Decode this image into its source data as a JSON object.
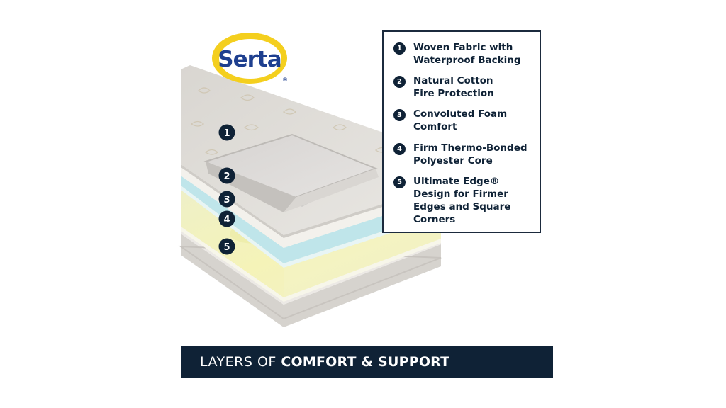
{
  "brand": {
    "logo_text": "Serta",
    "registered_mark": "®",
    "logo_color": "#f4cf1e",
    "text_color": "#1e3f8f"
  },
  "layer_markers": [
    "1",
    "2",
    "3",
    "4",
    "5"
  ],
  "legend": {
    "items": [
      {
        "number": "1",
        "lines": [
          "Woven Fabric with",
          "Waterproof Backing"
        ]
      },
      {
        "number": "2",
        "lines": [
          "Natural Cotton",
          "Fire Protection"
        ]
      },
      {
        "number": "3",
        "lines": [
          "Convoluted Foam",
          "Comfort"
        ]
      },
      {
        "number": "4",
        "lines": [
          "Firm Thermo-Bonded",
          "Polyester Core"
        ]
      },
      {
        "number": "5",
        "lines": [
          "Ultimate Edge®",
          "Design for Firmer",
          "Edges and Square",
          "Corners"
        ]
      }
    ]
  },
  "banner": {
    "light_text": "LAYERS OF ",
    "bold_text": "COMFORT & SUPPORT",
    "background": "#0f2236"
  },
  "colors": {
    "badge": "#0f2236",
    "foam_blue": "#bfe6ec",
    "core_yellow": "#f3f2bf",
    "fabric_gray": "#dedbd6"
  }
}
